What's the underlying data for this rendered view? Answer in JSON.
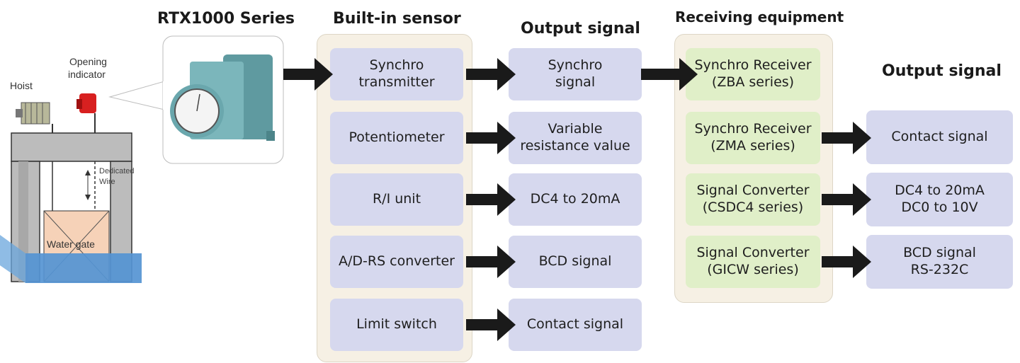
{
  "headings": {
    "device": "RTX1000 Series",
    "builtin": "Built-in sensor",
    "output1": "Output signal",
    "receiving": "Receiving equipment",
    "output2": "Output signal"
  },
  "illustration": {
    "hoist": "Hoist",
    "opening_indicator_l1": "Opening",
    "opening_indicator_l2": "indicator",
    "dedicated_wire_l1": "Dedicated",
    "dedicated_wire_l2": "Wire",
    "water_gate": "Water gate"
  },
  "sensors": [
    "Synchro\ntransmitter",
    "Potentiometer",
    "R/I unit",
    "A/D-RS converter",
    "Limit switch"
  ],
  "outputs": [
    "Synchro\nsignal",
    "Variable\nresistance value",
    "DC4 to 20mA",
    "BCD signal",
    "Contact signal"
  ],
  "receivers": [
    "Synchro Receiver\n(ZBA series)",
    "Synchro Receiver\n(ZMA series)",
    "Signal Converter\n(CSDC4 series)",
    "Signal Converter\n(GICW series)"
  ],
  "final_outputs": [
    "Contact signal",
    "DC4 to 20mA\nDC0 to 10V",
    "BCD signal\nRS-232C"
  ],
  "colors": {
    "sensor_box": "#d6d8ee",
    "receiver_box": "#e0efc8",
    "group_bg": "#f6f0e4",
    "arrow": "#1a1a1a"
  }
}
